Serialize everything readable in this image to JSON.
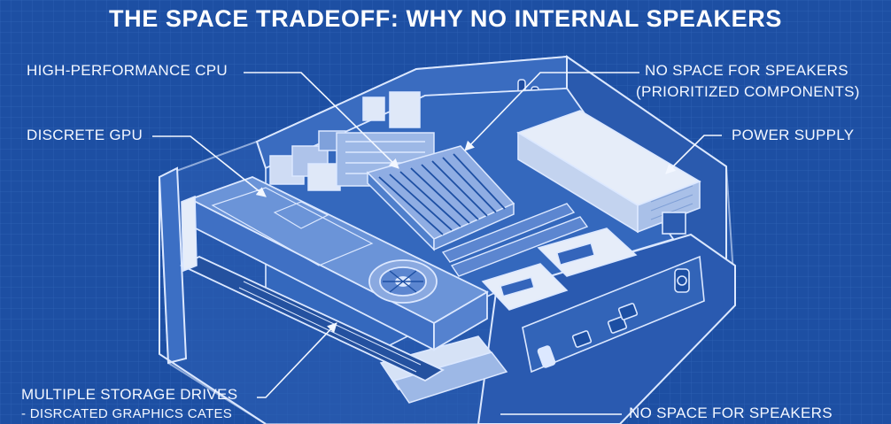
{
  "title": "THE SPACE TRADEOFF: WHY NO INTERNAL SPEAKERS",
  "labels": {
    "cpu": "HIGH-PERFORMANCE CPU",
    "gpu": "DISCRETE GPU",
    "storage": "MULTIPLE STORAGE DRIVES",
    "storage_sub": "- DISRCATED GRAPHICS CATES",
    "no_space_top_line1": "NO SPACE FOR SPEAKERS",
    "no_space_top_line2": "(PRIORITIZED COMPONENTS)",
    "power_supply": "POWER SUPPLY",
    "no_space_bottom": "NO SPACE FOR SPEAKERS"
  },
  "colors": {
    "background": "#1d4fa3",
    "line": "#dce8ff",
    "fill": "#3d6fc2",
    "fill_dark": "#1a3f86"
  }
}
